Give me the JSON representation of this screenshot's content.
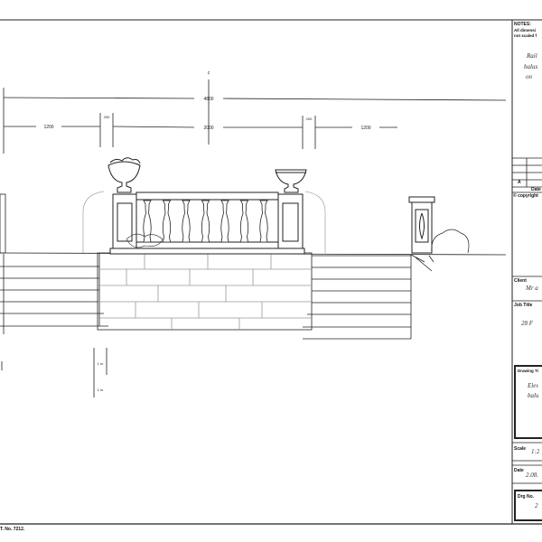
{
  "dimensions": {
    "overall": "4800",
    "left_stair": "1200",
    "left_gap": "200",
    "center": "2000",
    "right_gap": "200",
    "right_stair": "1200",
    "centre_mark": "c",
    "vertical_1": "1 m",
    "vertical_2": "1 m"
  },
  "title_block": {
    "notes_label": "NOTES:",
    "notes_line1": "All dimensi",
    "notes_line2": "not scaled f",
    "notes_hand_1": "Rail",
    "notes_hand_2": "balus",
    "notes_hand_3": "on",
    "revision_letter": "A",
    "revision_date_label": "Date",
    "copyright": "© copyright",
    "client_label": "Client",
    "client_value": "Mr a",
    "job_title_label": "Job Title",
    "job_title_value": "28 F",
    "drawing_title_label": "Drawing Ti",
    "drawing_title_value_1": "Elev",
    "drawing_title_value_2": "balu",
    "scale_label": "Scale",
    "scale_value": "1:2",
    "date_label": "Date",
    "date_value": "2.08.",
    "drg_no_label": "Drg No.",
    "drg_no_value": "2"
  },
  "footer": {
    "ref": "T. No. 7212."
  }
}
